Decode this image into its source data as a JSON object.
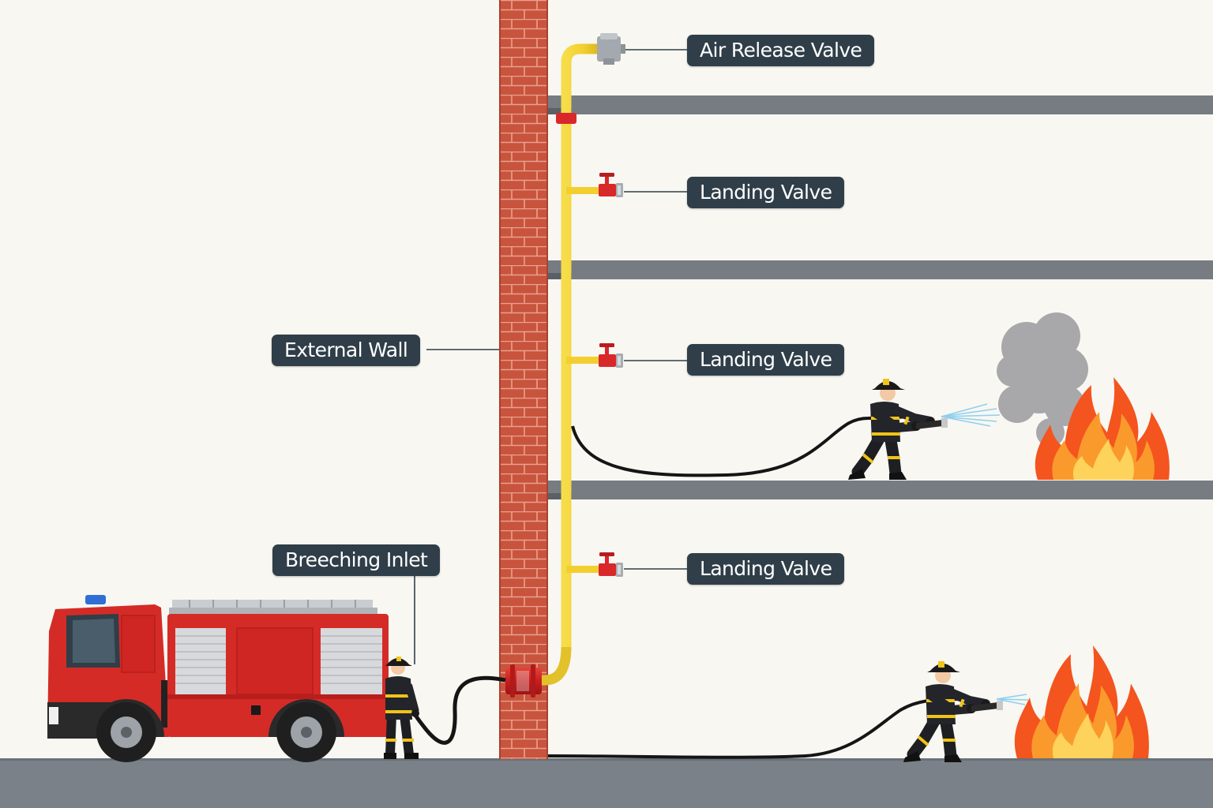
{
  "labels": {
    "air_release_valve": "Air Release Valve",
    "landing_valve_top": "Landing Valve",
    "landing_valve_middle": "Landing Valve",
    "landing_valve_bottom": "Landing Valve",
    "external_wall": "External Wall",
    "breeching_inlet": "Breeching Inlet"
  },
  "colors": {
    "background": "#f8f7f2",
    "label_bg": "#2f3e48",
    "label_text": "#ffffff",
    "brick": "#c8543e",
    "pipe": "#f2cf2e",
    "valve": "#d9282a",
    "floor_slab": "#767c82",
    "ground": "#7b8188",
    "truck": "#d42b27",
    "fire": "#f4541e",
    "smoke": "#a8a8aa"
  },
  "icons": {
    "fire_truck": "fire-truck-icon",
    "firefighter": "firefighter-icon",
    "fire": "flame-icon",
    "smoke": "smoke-icon",
    "valve": "valve-icon"
  }
}
